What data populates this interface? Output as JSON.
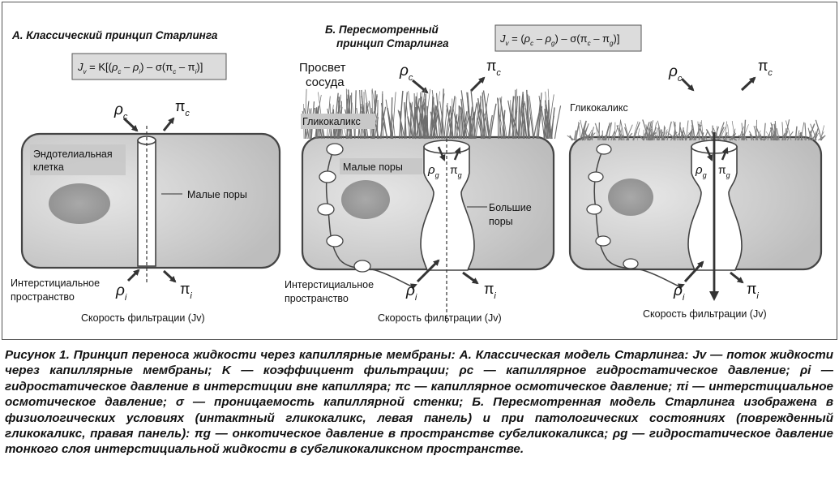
{
  "panel_a": {
    "title": "А. Классический принцип Старлинга",
    "equation": "Jv = K[(ρc – ρi) – σ(πc – πi)]",
    "labels": {
      "endothelial": [
        "Эндотелиальная",
        "клетка"
      ],
      "small_pores": "Малые поры",
      "interstitial": [
        "Интерстициальное",
        "пространство"
      ],
      "filtration": "Скорость фильтрации (Jv)"
    }
  },
  "panel_b": {
    "title": [
      "Б. Пересмотренный",
      "принцип Старлинга"
    ],
    "equation": "Jv = (ρc – ρg) – σ(πc – πg)]",
    "labels": {
      "lumen": [
        "Просвет",
        "сосуда"
      ],
      "glycocalyx": "Гликокаликс",
      "small_pores": "Малые поры",
      "large_pores": [
        "Большие",
        "поры"
      ],
      "interstitial": [
        "Интерстициальное",
        "пространство"
      ],
      "filtration": "Скорость фильтрации (Jv)"
    }
  },
  "panel_c": {
    "labels": {
      "glycocalyx": "Гликокаликс",
      "filtration": "Скорость фильтрации (Jv)"
    }
  },
  "symbols": {
    "rho": "ρ",
    "pi": "π",
    "sub_c": "c",
    "sub_i": "i",
    "sub_g": "g"
  },
  "caption": "Рисунок 1. Принцип переноса жидкости через капиллярные мембраны: А. Классическая модель Старлинга: Jv — поток жидкости через капиллярные мембраны; K — коэффициент фильтрации; ρc — капиллярное гидростатическое давление; ρi — гидростатическое давление в интерстиции вне капилляра; πc — капиллярное осмотическое давление; πi — интерстициальное осмотическое давление; σ — проницаемость капиллярной стенки; Б. Пересмотренная модель Старлинга изображена в физиологических условиях (интактный гликокаликс, левая панель) и при патологических состояниях (поврежденный гликокаликс, правая панель): πg — онкотическое давление в пространстве субгликокаликса; ρg — гидростатическое давление тонкого слоя интерстициальной жидкости в субгликокаликсном пространстве."
}
